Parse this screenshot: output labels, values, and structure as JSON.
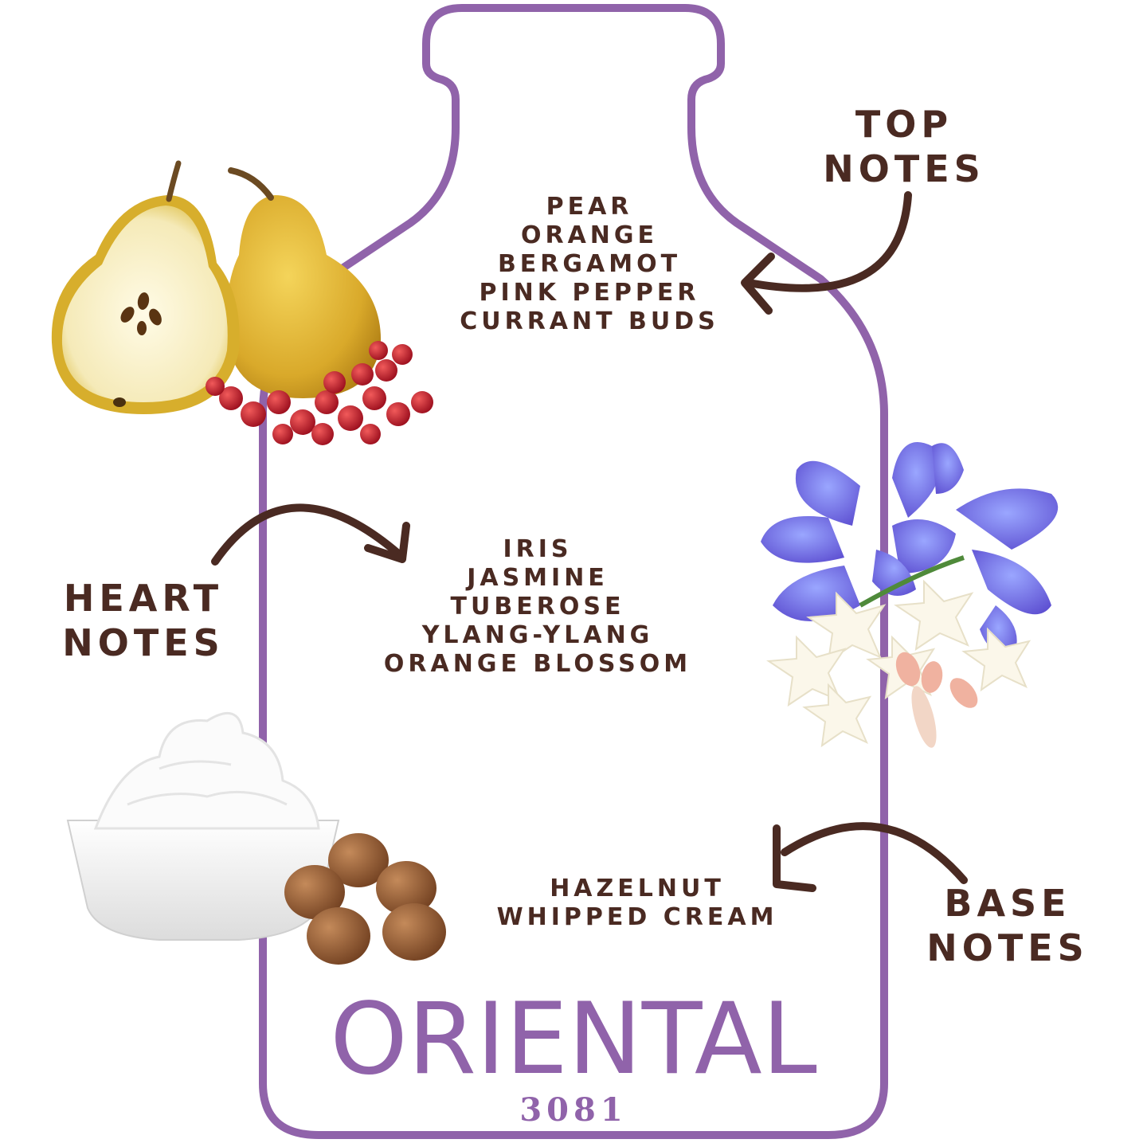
{
  "colors": {
    "bottle_outline": "#9063aa",
    "text": "#4a2a22",
    "arrow": "#4a2a22"
  },
  "brand": {
    "name": "ORIENTAL",
    "code": "3081"
  },
  "top_notes": {
    "label_line1": "TOP",
    "label_line2": "NOTES",
    "items": [
      "PEAR",
      "ORANGE",
      "BERGAMOT",
      "PINK PEPPER",
      "CURRANT BUDS"
    ]
  },
  "heart_notes": {
    "label_line1": "HEART",
    "label_line2": "NOTES",
    "items": [
      "IRIS",
      "JASMINE",
      "TUBEROSE",
      "YLANG-YLANG",
      "ORANGE BLOSSOM"
    ]
  },
  "base_notes": {
    "label_line1": "BASE",
    "label_line2": "NOTES",
    "items": [
      "HAZELNUT",
      "WHIPPED CREAM"
    ]
  },
  "images": {
    "top": "pear-and-pink-pepper-illustration",
    "heart": "iris-and-tuberose-flowers-illustration",
    "base": "whipped-cream-and-hazelnuts-illustration"
  }
}
